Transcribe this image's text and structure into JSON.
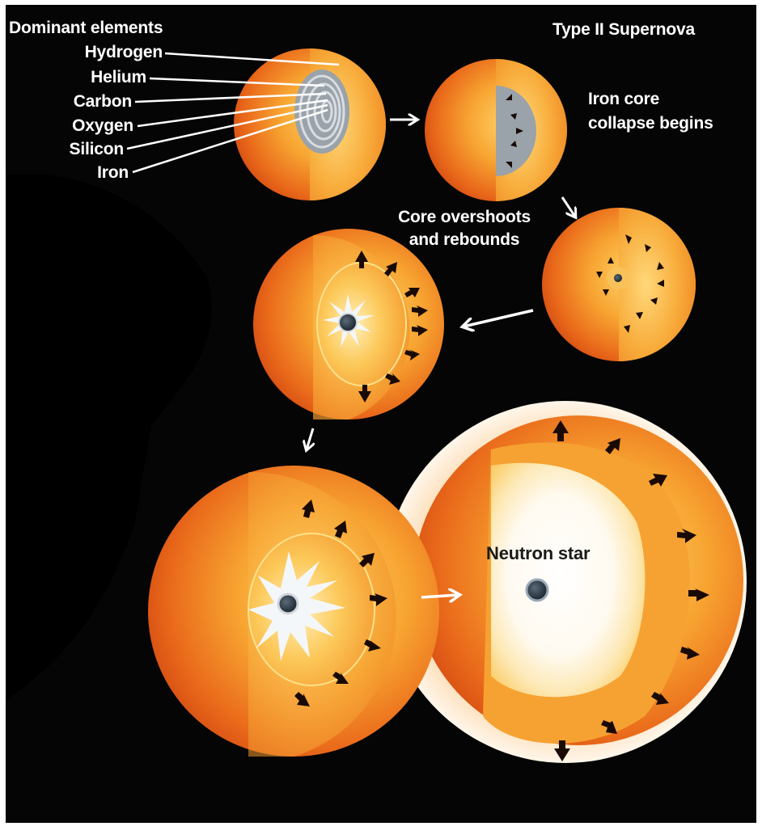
{
  "title": "Type II Supernova",
  "legend": {
    "heading": "Dominant elements",
    "layers": [
      "Hydrogen",
      "Helium",
      "Carbon",
      "Oxygen",
      "Silicon",
      "Iron"
    ]
  },
  "stages": [
    {
      "label_lines": []
    },
    {
      "label_lines": [
        "Iron core",
        "collapse begins"
      ]
    },
    {
      "label_lines": [
        "Core overshoots",
        "and rebounds"
      ]
    },
    {
      "label_lines": []
    },
    {
      "label_lines": []
    },
    {
      "label_lines": [
        "Neutron star"
      ]
    }
  ],
  "colors": {
    "background": "#050505",
    "star_outer": "#e65a14",
    "star_mid": "#f39624",
    "star_inner": "#fbd062",
    "iron_core": "#8d96a0",
    "shockwave": "#fff7e6",
    "arrow": "#1a0a05",
    "connector_arrow": "#ffffff"
  },
  "icons": {
    "stage_arrow": "arrow-icon",
    "outward_arrow": "outward-arrow-icon",
    "inward_arrow": "inward-arrow-icon"
  }
}
